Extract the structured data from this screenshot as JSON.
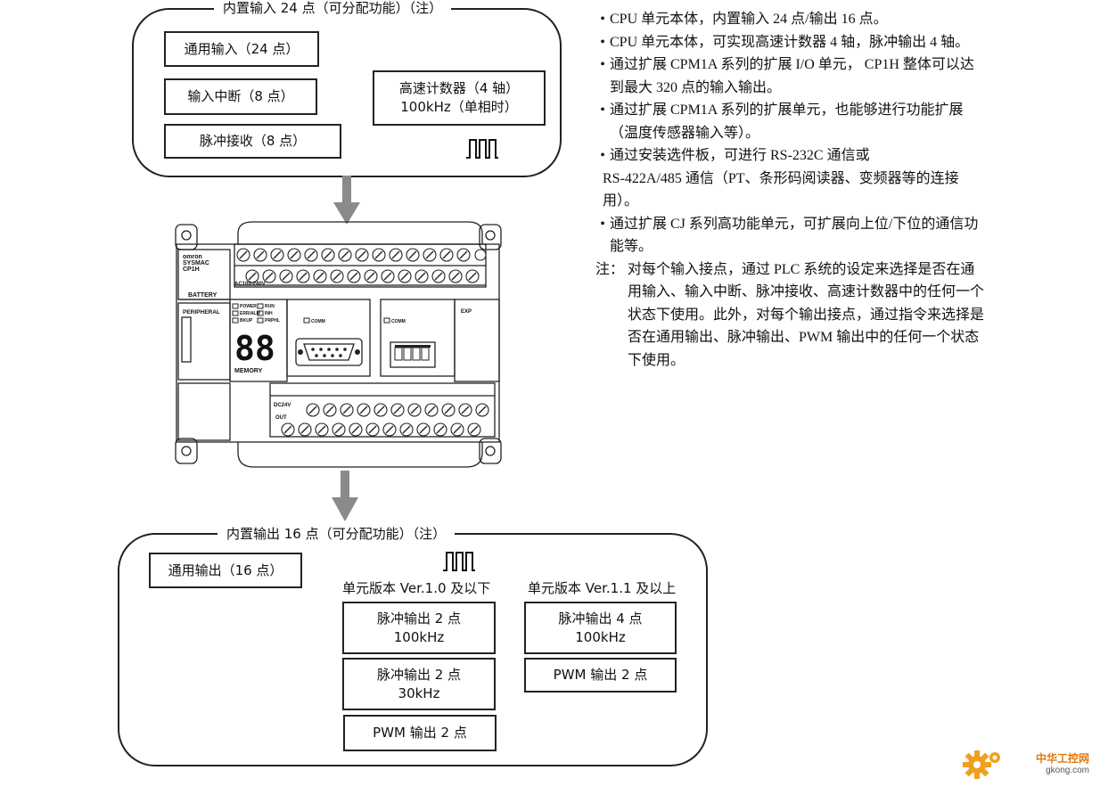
{
  "input_group": {
    "legend": "内置输入 24 点（可分配功能）（注）",
    "general": "通用输入（24 点）",
    "interrupt": "输入中断（8 点）",
    "pulse_catch": "脉冲接收（8 点）",
    "counter_line1": "高速计数器（4 轴）",
    "counter_line2": "100kHz（单相时）"
  },
  "plc_labels": {
    "brand": "omron",
    "series": "SYSMAC",
    "model": "CP1H",
    "battery": "BATTERY",
    "peripheral": "PERIPHERAL",
    "memory": "MEMORY",
    "led_power": "POWER",
    "led_run": "RUN",
    "led_err": "ERR/ALM",
    "led_inh": "INH",
    "led_bkup": "BKUP",
    "led_prphl": "PRPHL",
    "comm": "COMM",
    "exp": "EXP",
    "seg": "88",
    "ac_label": "AC100-240V",
    "dc_label": "DC24V",
    "out": "OUT"
  },
  "output_group": {
    "legend": "内置输出 16 点（可分配功能）（注）",
    "general": "通用输出（16 点）",
    "ver_old": "单元版本 Ver.1.0 及以下",
    "ver_new": "单元版本 Ver.1.1 及以上",
    "old_pulse_a1": "脉冲输出 2 点",
    "old_pulse_a2": "100kHz",
    "old_pulse_b1": "脉冲输出 2 点",
    "old_pulse_b2": "30kHz",
    "old_pwm": "PWM 输出 2 点",
    "new_pulse1": "脉冲输出 4 点",
    "new_pulse2": "100kHz",
    "new_pwm": "PWM 输出 2 点"
  },
  "notes": {
    "bullet": "•",
    "b1": "CPU 单元本体，内置输入 24 点/输出 16 点。",
    "b2": "CPU 单元本体，可实现高速计数器 4 轴，脉冲输出 4 轴。",
    "b3": "通过扩展 CPM1A 系列的扩展 I/O 单元， CP1H 整体可以达到最大 320 点的输入输出。",
    "b4": "通过扩展 CPM1A 系列的扩展单元，也能够进行功能扩展（温度传感器输入等）。",
    "b5": "通过安装选件板，可进行 RS-232C 通信或",
    "b5_cont": "RS-422A/485 通信（PT、条形码阅读器、变频器等的连接用）。",
    "b6": "通过扩展 CJ 系列高功能单元，可扩展向上位/下位的通信功能等。",
    "foot_label": "注：",
    "foot": "对每个输入接点，通过 PLC 系统的设定来选择是否在通用输入、输入中断、脉冲接收、高速计数器中的任何一个状态下使用。此外，对每个输出接点，通过指令来选择是否在通用输出、脉冲输出、PWM 输出中的任何一个状态下使用。"
  },
  "watermark": {
    "cn": "中华工控网",
    "url": "gkong.com"
  }
}
